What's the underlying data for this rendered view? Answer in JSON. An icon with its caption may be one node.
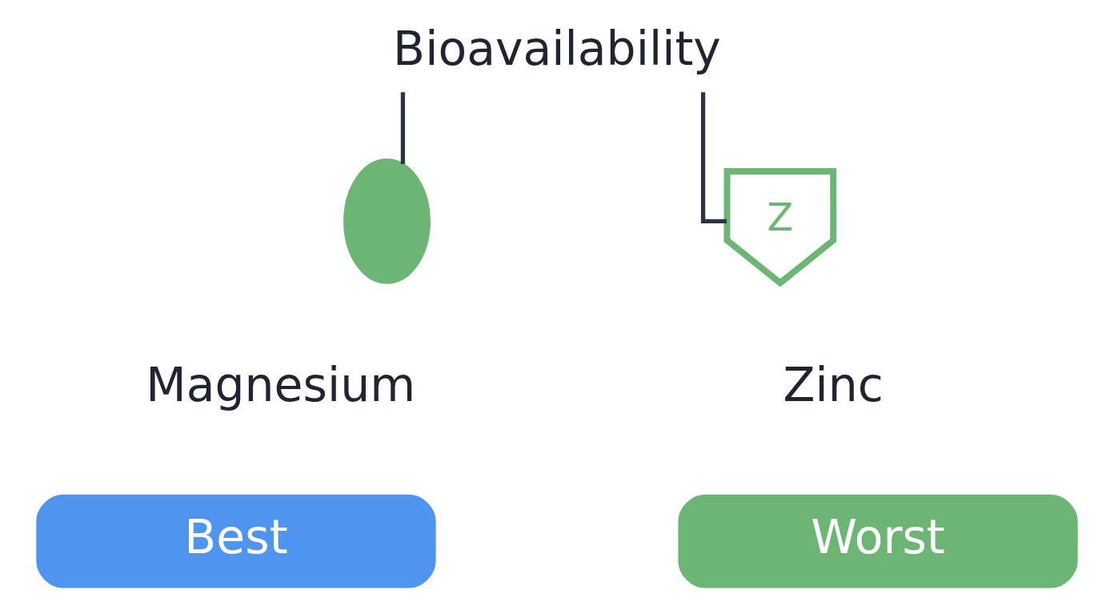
{
  "diagram": {
    "nodes": [
      {
        "text": [
          "Bioavailability"
        ]
      },
      {
        "text": [],
        "shape": "leaf"
      },
      {
        "text": [
          "Z"
        ]
      },
      {
        "text": [
          "Magnesium"
        ]
      },
      {
        "text": [
          "Zinc"
        ]
      },
      {
        "text": [
          "Best"
        ]
      },
      {
        "text": [
          "Worst"
        ]
      }
    ],
    "edges": [
      {
        "from": 0,
        "to": 1,
        "arrow": "none"
      },
      {
        "from": 0,
        "to": 2,
        "arrow": "none"
      }
    ]
  }
}
